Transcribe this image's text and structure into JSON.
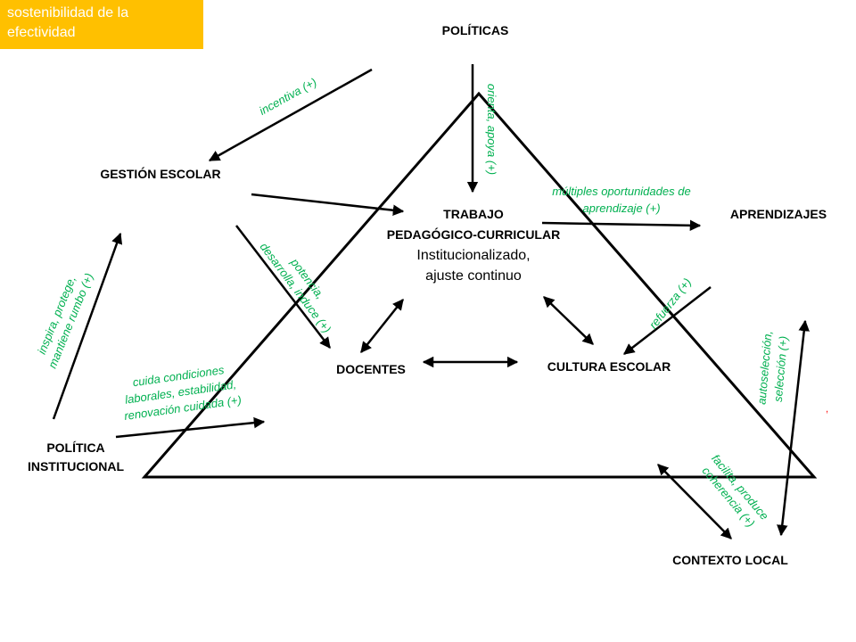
{
  "tag": "sostenibilidad de la efectividad",
  "colors": {
    "tag_bg": "#FFC000",
    "label_green": "#00B050",
    "red_mark": "#FF0000"
  },
  "nodes": {
    "politicas": "POLÍTICAS",
    "gestion_escolar": "GESTIÓN ESCOLAR",
    "trabajo_line1": "TRABAJO",
    "trabajo_line2": "PEDAGÓGICO-CURRICULAR",
    "trabajo_line3": "Institucionalizado,",
    "trabajo_line4": "ajuste continuo",
    "aprendizajes": "APRENDIZAJES",
    "docentes": "DOCENTES",
    "cultura_escolar": "CULTURA ESCOLAR",
    "politica_institucional_line1": "POLÍTICA",
    "politica_institucional_line2": "INSTITUCIONAL",
    "contexto_local": "CONTEXTO LOCAL"
  },
  "labels": {
    "incentiva": "incentiva (+)",
    "orienta_apoya": "orienta, apoya (+)",
    "multiples_line1": "múltiples oportunidades de",
    "multiples_line2": "aprendizaje (+)",
    "potencia_line1": "potencia,",
    "potencia_line2": "desarrolla, induce (+)",
    "inspira_line1": "inspira, protege,",
    "inspira_line2": "mantiene rumbo (+)",
    "cuida_line1": "cuida condiciones",
    "cuida_line2": "laborales, estabilidad,",
    "cuida_line3": "renovación cuidada (+)",
    "refuerza": "refuerza (+)",
    "autoseleccion_line1": "autoselección,",
    "autoseleccion_line2": "selección (+)",
    "facilita_line1": "facilita, produce",
    "facilita_line2": "coherencia (+)",
    "red_mark": ","
  }
}
